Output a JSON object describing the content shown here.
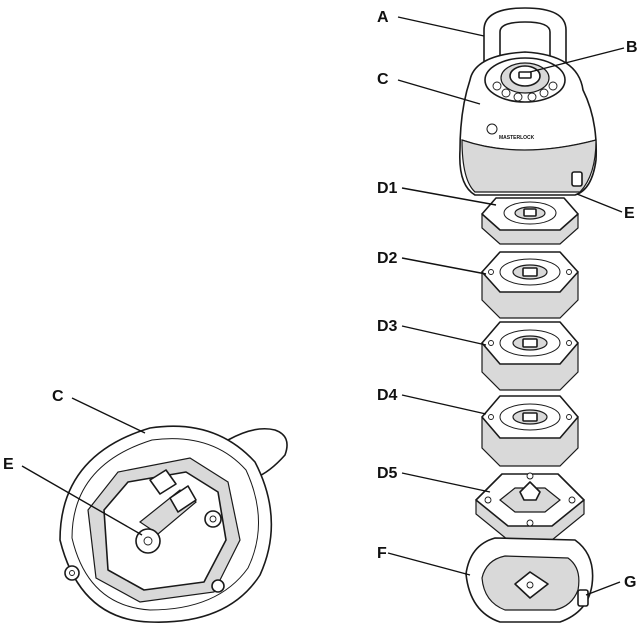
{
  "labels": {
    "A": "A",
    "B": "B",
    "C_top": "C",
    "E_right": "E",
    "D1": "D1",
    "D2": "D2",
    "D3": "D3",
    "D4": "D4",
    "D5": "D5",
    "F": "F",
    "G": "G",
    "C_bottom": "C",
    "E_left": "E"
  },
  "brand_mark": "MASTERLOCK"
}
